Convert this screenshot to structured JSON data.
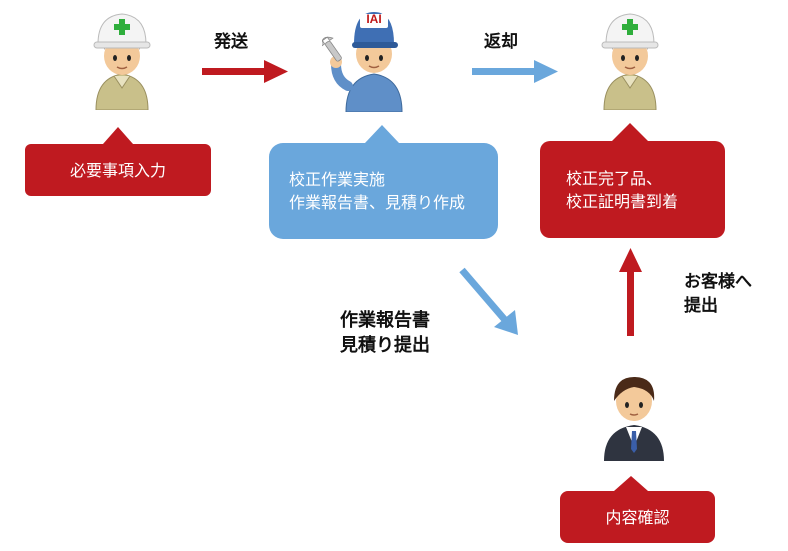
{
  "labels": {
    "send": "発送",
    "return": "返却",
    "report_submit_line1": "作業報告書",
    "report_submit_line2": "見積り提出",
    "submit_to_customer_line1": "お客様へ",
    "submit_to_customer_line2": "提出"
  },
  "boxes": {
    "input_required": "必要事項入力",
    "calibration_line1": "校正作業実施",
    "calibration_line2": "作業報告書、見積り作成",
    "arrival_line1": "校正完了品、",
    "arrival_line2": "校正証明書到着",
    "content_confirm": "内容確認"
  },
  "logo_text": "IAI",
  "colors": {
    "red": "#bf1a20",
    "blue": "#6aa7dc"
  }
}
